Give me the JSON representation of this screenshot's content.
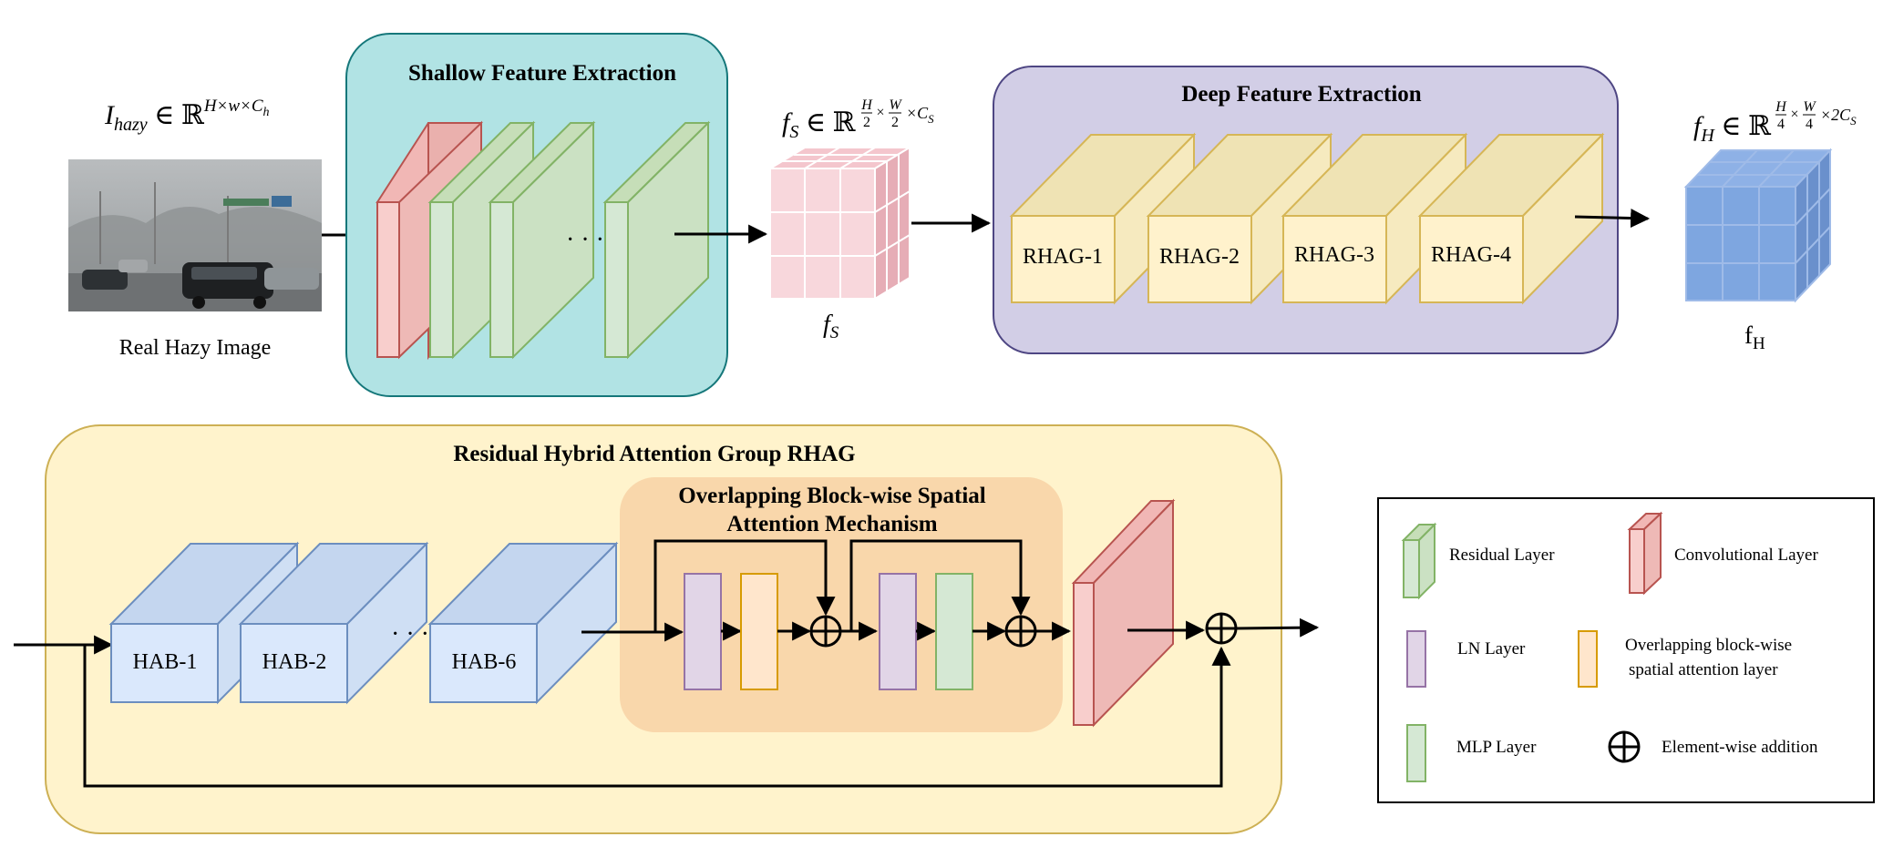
{
  "top": {
    "input": {
      "math_base": "I",
      "math_sub": "hazy",
      "math_in": " ∈ ℝ",
      "math_sup": "H×w×C",
      "math_sup_sub": "h",
      "caption": "Real Hazy Image"
    },
    "shallow": {
      "title": "Shallow Feature Extraction",
      "dots": "· · ·"
    },
    "fs": {
      "math_base": "f",
      "math_sub": "S",
      "math_in": " ∈ ℝ",
      "sup_num1": "H",
      "sup_den1": "2",
      "sup_x1": "×",
      "sup_num2": "W",
      "sup_den2": "2",
      "sup_tail": "×C",
      "sup_tail_sub": "S",
      "caption_base": "f",
      "caption_sub": "S"
    },
    "deep": {
      "title": "Deep Feature Extraction",
      "blocks": [
        "RHAG-1",
        "RHAG-2",
        "RHAG-3",
        "RHAG-4"
      ]
    },
    "fh": {
      "math_base": "f",
      "math_sub": "H",
      "math_in": " ∈ ℝ",
      "sup_num1": "H",
      "sup_den1": "4",
      "sup_x1": "×",
      "sup_num2": "W",
      "sup_den2": "4",
      "sup_tail": "×2C",
      "sup_tail_sub": "S",
      "caption_base": "f",
      "caption_sub": "H"
    }
  },
  "rhag": {
    "title": "Residual Hybrid Attention Group RHAG",
    "blocks": [
      "HAB-1",
      "HAB-2",
      "HAB-6"
    ],
    "dots": "· · ·",
    "obsa_title_line1": "Overlapping Block-wise Spatial",
    "obsa_title_line2": "Attention Mechanism"
  },
  "legend": {
    "residual": "Residual Layer",
    "conv": "Convolutional Layer",
    "ln": "LN Layer",
    "obsa_line1": "Overlapping block-wise",
    "obsa_line2": "spatial attention layer",
    "mlp": "MLP Layer",
    "add": "Element-wise addition"
  },
  "colors": {
    "shallow_bg": "#b1e3e4",
    "deep_bg": "#d2cee6",
    "rhag_bg": "#fff3cc",
    "obsa_bg": "#f9d7ab",
    "residual_fill": "#d5e8d4",
    "residual_stroke": "#82b366",
    "conv_fill": "#f8cecc",
    "conv_stroke": "#b85450",
    "hab_fill": "#dae8fc",
    "hab_stroke": "#6c8ebf",
    "rhag_fill": "#fff2cc",
    "rhag_stroke": "#d6b656",
    "ln_fill": "#e1d5e7",
    "ln_stroke": "#9673a6",
    "obsa_fill": "#ffe6cc",
    "obsa_stroke": "#d79b00",
    "fh_fill": "#7ea6e0",
    "fs_fill": "#f8d7dc"
  }
}
